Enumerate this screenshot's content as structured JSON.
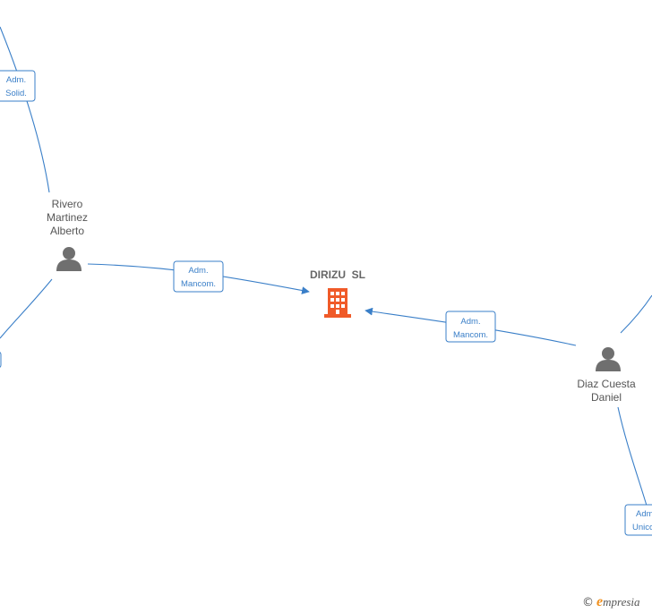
{
  "company": {
    "name": "DIRIZU  SL",
    "color": "#f05a28"
  },
  "persons": [
    {
      "id": "rivero",
      "lines": [
        "Rivero",
        "Martinez",
        "Alberto"
      ]
    },
    {
      "id": "diaz",
      "lines": [
        "Diaz Cuesta",
        "Daniel"
      ]
    }
  ],
  "edges": [
    {
      "id": "rivero-company",
      "lines": [
        "Adm.",
        "Mancom."
      ]
    },
    {
      "id": "diaz-company",
      "lines": [
        "Adm.",
        "Mancom."
      ]
    },
    {
      "id": "rivero-top",
      "lines": [
        "Adm.",
        "Solid."
      ]
    },
    {
      "id": "diaz-bottom",
      "lines": [
        "Adm.",
        "Unico"
      ]
    }
  ],
  "footer": {
    "copyright": "©",
    "brand_initial": "e",
    "brand_rest": "mpresia"
  },
  "colors": {
    "edge": "#3a7fc8",
    "person_icon": "#6f6f6f",
    "label_text": "#555555"
  }
}
